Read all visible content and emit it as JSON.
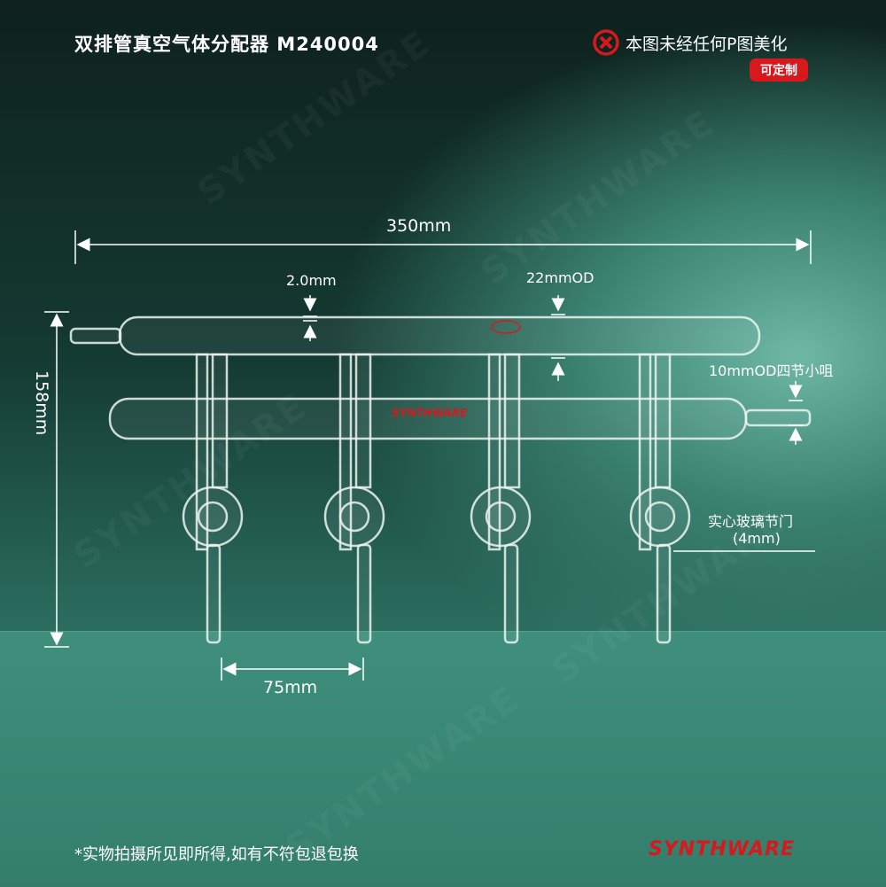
{
  "title": "双排管真空气体分配器 M240004",
  "notice": {
    "icon": "x-circle-icon",
    "text": "本图未经任何P图美化",
    "badge": "可定制"
  },
  "dimensions": {
    "length": "350mm",
    "height": "158mm",
    "spacing": "75mm",
    "wall": "2.0mm",
    "tube_od": "22mmOD",
    "hose": "10mmOD四节小咀",
    "valve_line1": "实心玻璃节门",
    "valve_line2": "(4mm)"
  },
  "product_mark": "SYNTHWARE",
  "footer": "*实物拍摄所见即所得,如有不符包退包换",
  "logo": "SYNTHWARE",
  "watermark": "SYNTHWARE",
  "colors": {
    "brand_red": "#d7191e",
    "background_dark": "#0e211d",
    "floor": "#3f8f7c"
  }
}
